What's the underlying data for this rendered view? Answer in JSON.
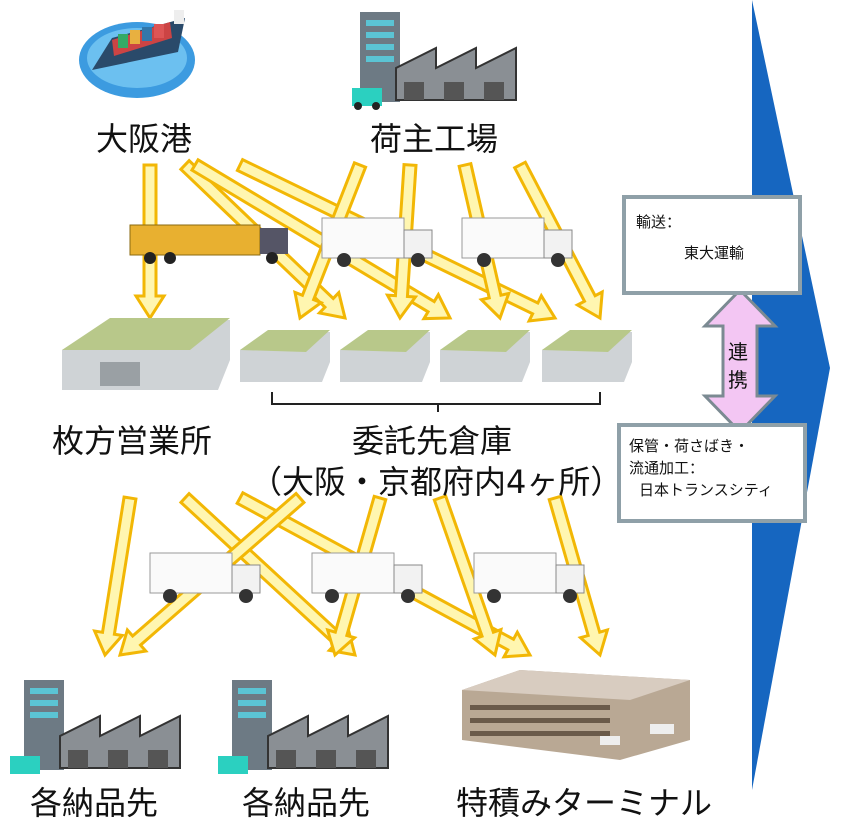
{
  "nodes": {
    "osaka_port": "大阪港",
    "shipper_factory": "荷主工場",
    "hirakata_office": "枚方営業所",
    "consigned_warehouse": "委託先倉庫",
    "consigned_warehouse_sub": "（大阪・京都府内4ヶ所）",
    "delivery_1": "各納品先",
    "delivery_2": "各納品先",
    "special_terminal": "特積みターミナル"
  },
  "side_panel": {
    "transport_label": "輸送：",
    "transport_company": "東大運輸",
    "link_label_1": "連",
    "link_label_2": "携",
    "storage_line1": "保管・荷さばき・",
    "storage_line2": "流通加工：",
    "storage_company": "日本トランスシティ"
  },
  "colors": {
    "arrow_fill": "#fff6b0",
    "arrow_stroke": "#f2b705",
    "side_chevron": "#1666c0",
    "link_arrow": "#f3c6f3",
    "box_border": "#8fa0a8"
  }
}
